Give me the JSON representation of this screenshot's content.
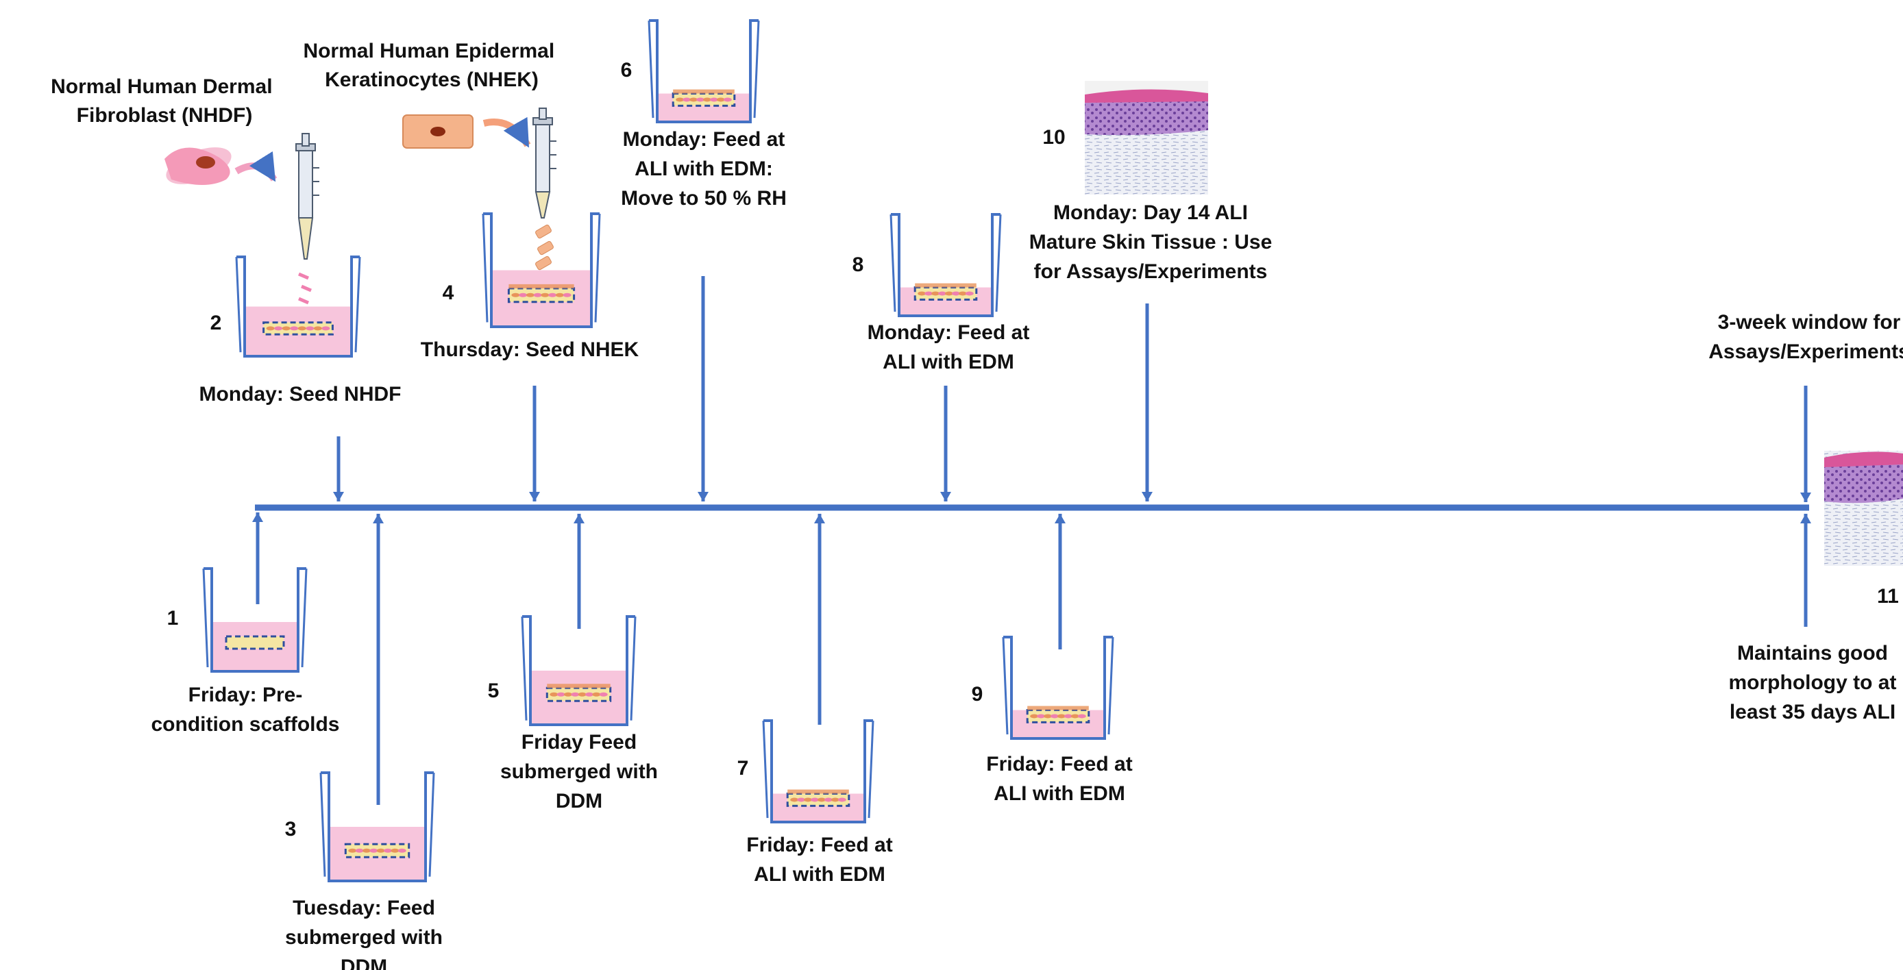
{
  "colors": {
    "arrow": "#4472c4",
    "well_outline": "#4472c4",
    "medium": "#f7c5dc",
    "scaffold_yellow": "#f5e6a3",
    "scaffold_dash": "#2f4f9e",
    "cell_orange": "#e8945a",
    "cell_pink": "#f080b0",
    "tissue_purple": "#9a6bc0",
    "tissue_top": "#d9569a"
  },
  "cells": {
    "nhdf_label": [
      "Normal Human Dermal",
      "Fibroblast (NHDF)"
    ],
    "nhek_label": [
      "Normal Human Epidermal",
      "Keratinocytes (NHEK)"
    ]
  },
  "steps": [
    {
      "num": "1",
      "lines": [
        "Friday: Pre-",
        "condition  scaffolds"
      ]
    },
    {
      "num": "2",
      "lines": [
        "Monday: Seed NHDF"
      ]
    },
    {
      "num": "3",
      "lines": [
        "Tuesday: Feed",
        "submerged with",
        "DDM"
      ]
    },
    {
      "num": "4",
      "lines": [
        "Thursday: Seed NHEK"
      ]
    },
    {
      "num": "5",
      "lines": [
        "Friday Feed",
        "submerged with",
        "DDM"
      ]
    },
    {
      "num": "6",
      "lines": [
        "Monday: Feed  at",
        "ALI with EDM:",
        "Move to 50 % RH"
      ]
    },
    {
      "num": "7",
      "lines": [
        "Friday: Feed at",
        "ALI with EDM"
      ]
    },
    {
      "num": "8",
      "lines": [
        "Monday: Feed  at",
        "ALI with EDM"
      ]
    },
    {
      "num": "9",
      "lines": [
        "Friday: Feed at",
        "ALI with EDM"
      ]
    },
    {
      "num": "10",
      "lines": [
        "Monday: Day 14 ALI",
        "Mature Skin Tissue : Use",
        "for Assays/Experiments"
      ]
    },
    {
      "num": "11",
      "lines": [
        "Maintains good",
        "morphology to at",
        "least 35 days ALI"
      ]
    }
  ],
  "window_label": [
    "3-week window for",
    "Assays/Experiments"
  ]
}
